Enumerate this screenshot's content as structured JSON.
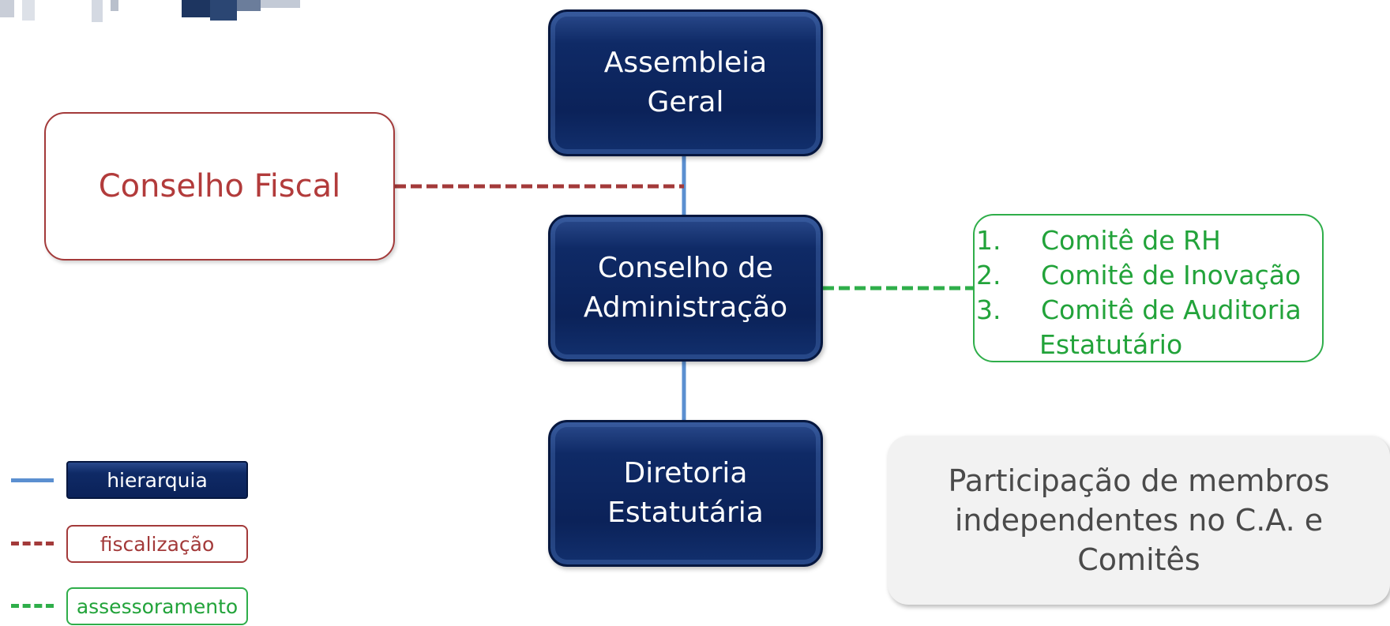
{
  "nodes": {
    "assembleia": [
      "Assembleia",
      "Geral"
    ],
    "conselho_adm": [
      "Conselho de",
      "Administração"
    ],
    "diretoria": [
      "Diretoria",
      "Estatutária"
    ],
    "conselho_fiscal": "Conselho Fiscal"
  },
  "comites": {
    "items": [
      {
        "num": "1.",
        "label": "Comitê de RH"
      },
      {
        "num": "2.",
        "label": "Comitê de Inovação"
      },
      {
        "num": "3.",
        "label": "Comitê de Auditoria"
      }
    ],
    "continuation": "Estatutário"
  },
  "note": [
    "Participação de membros",
    "independentes no C.A. e",
    "Comitês"
  ],
  "legend": {
    "hierarquia": "hierarquia",
    "fiscalizacao": "fiscalização",
    "assessoramento": "assessoramento"
  },
  "colors": {
    "navy": "#0b2259",
    "hierarchy_line": "#5b8fd0",
    "fiscal": "#a33a3a",
    "advisory": "#22a33a"
  }
}
